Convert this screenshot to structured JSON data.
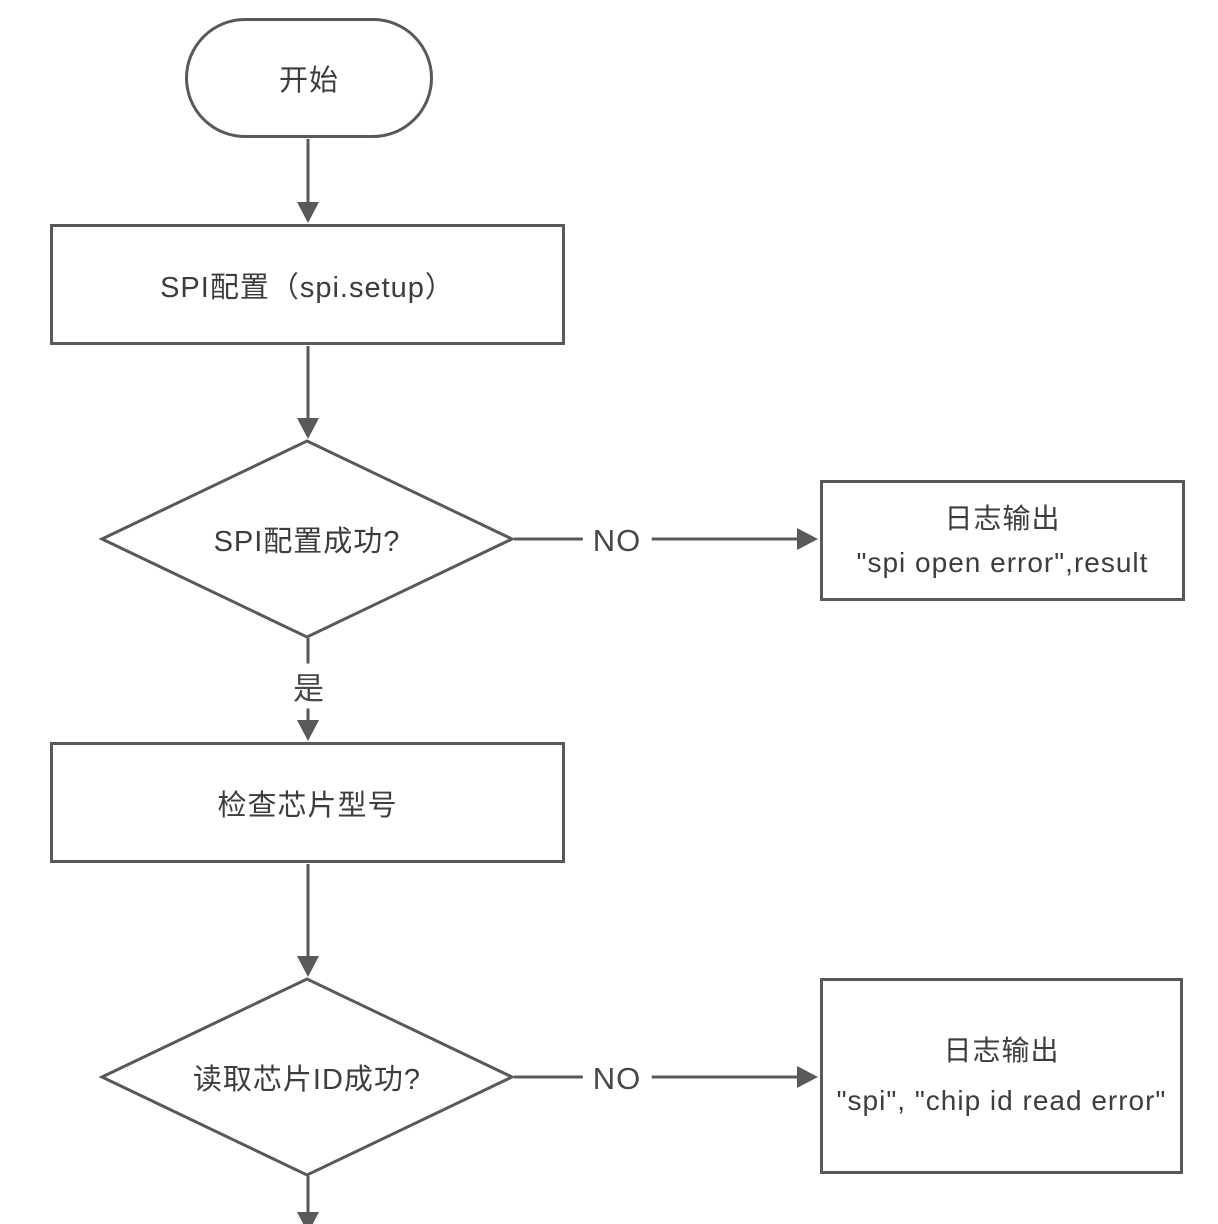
{
  "flowchart": {
    "nodes": {
      "start": {
        "label": "开始",
        "shape": "stadium"
      },
      "spi_setup": {
        "label": "SPI配置（spi.setup）",
        "shape": "process"
      },
      "spi_ok": {
        "label": "SPI配置成功?",
        "shape": "decision"
      },
      "log_spi_error": {
        "title": "日志输出",
        "detail": "\"spi open error\",result",
        "shape": "process"
      },
      "check_chip": {
        "label": "检查芯片型号",
        "shape": "process"
      },
      "chip_id_ok": {
        "label": "读取芯片ID成功?",
        "shape": "decision"
      },
      "log_chip_error": {
        "title": "日志输出",
        "detail": "\"spi\", \"chip id read error\"",
        "shape": "process"
      }
    },
    "edge_labels": {
      "no1": "NO",
      "yes1": "是",
      "no2": "NO"
    },
    "colors": {
      "stroke": "#595959",
      "text": "#3d3d3d",
      "background": "#ffffff"
    }
  }
}
